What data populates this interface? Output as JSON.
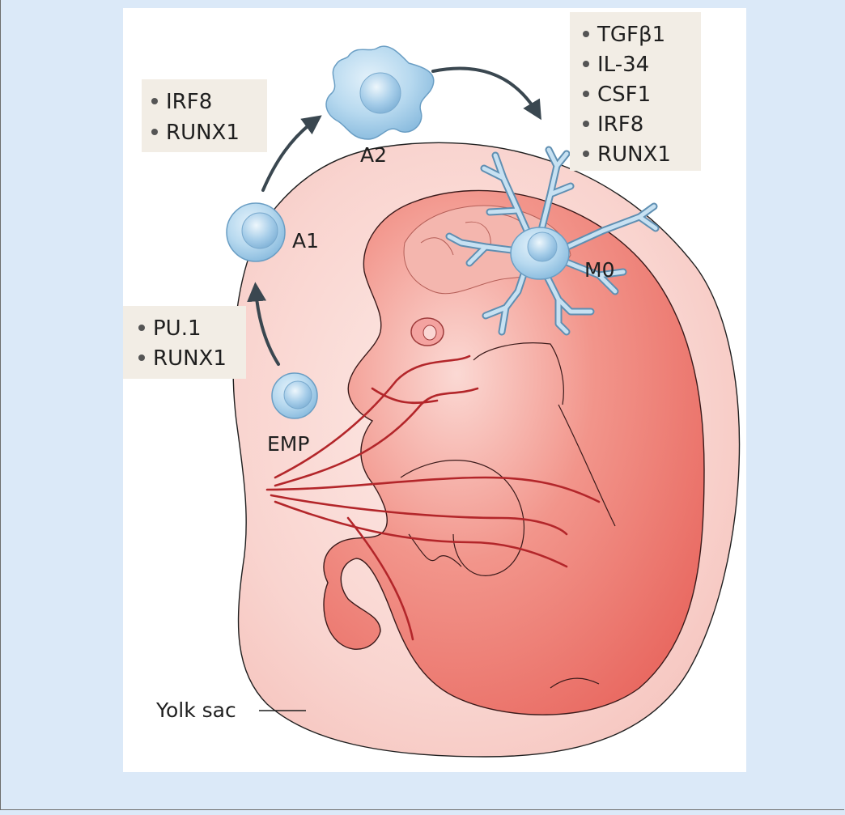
{
  "stages": {
    "emp": "EMP",
    "a1": "A1",
    "a2": "A2",
    "m0": "M0"
  },
  "factor_boxes": {
    "emp_to_a1": [
      "PU.1",
      "RUNX1"
    ],
    "a1_to_a2": [
      "IRF8",
      "RUNX1"
    ],
    "a2_to_m0": [
      "TGFβ1",
      "IL-34",
      "CSF1",
      "IRF8",
      "RUNX1"
    ]
  },
  "labels": {
    "yolk_sac": "Yolk sac"
  },
  "colors": {
    "page_background": "#dbe9f8",
    "yolk_sac": "#f9d6d2",
    "embryo": "#ee8a82",
    "vessels": "#b3262a",
    "cells": "#a9cfe9",
    "factor_box": "#f2ede5"
  }
}
